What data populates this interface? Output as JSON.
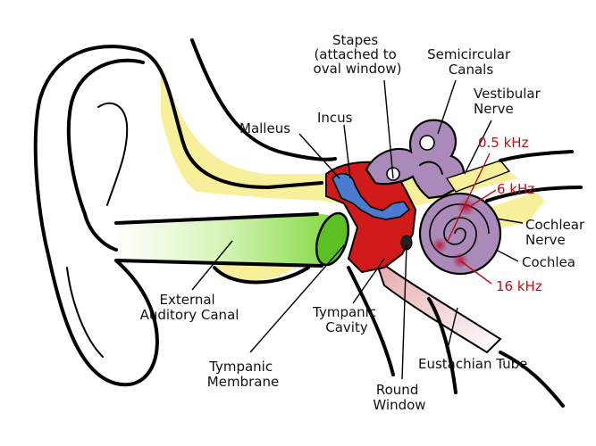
{
  "labels": {
    "stapes": [
      "Stapes",
      "(attached to",
      "oval window)"
    ],
    "semicircular": [
      "Semicircular",
      "Canals"
    ],
    "vestibular": [
      "Vestibular",
      "Nerve"
    ],
    "incus": "Incus",
    "malleus": "Malleus",
    "khz_05": "0.5 kHz",
    "khz_6": "6 kHz",
    "khz_16": "16 kHz",
    "cochlear_nerve": [
      "Cochlear",
      "Nerve"
    ],
    "cochlea": "Cochlea",
    "external_canal": [
      "External",
      "Auditory Canal"
    ],
    "tympanic_cavity": [
      "Tympanic",
      "Cavity"
    ],
    "tympanic_membrane": [
      "Tympanic",
      "Membrane"
    ],
    "round_window": [
      "Round",
      "Window"
    ],
    "eustachian": "Eustachian Tube"
  },
  "colors": {
    "canal_green": "#7dd63a",
    "bone_yellow": "#f7ef9a",
    "cavity_red": "#d11a1a",
    "ossicle_blue": "#4a7bd1",
    "cochlea_purple": "#a98ab8",
    "tube_pink": "#f2c5c8",
    "frequency_red": "#b4101a"
  }
}
